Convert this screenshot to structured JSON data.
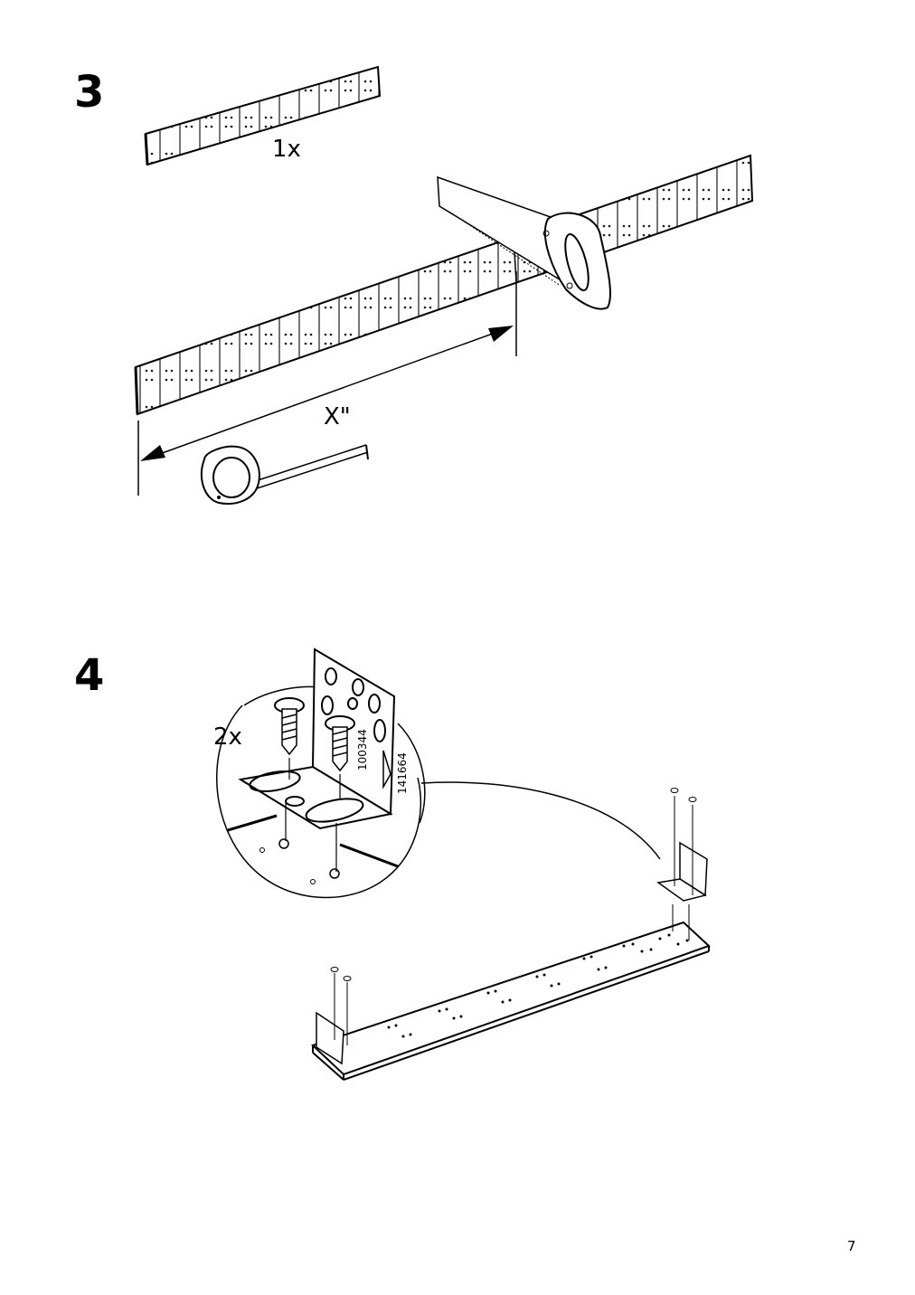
{
  "page": {
    "number": "7"
  },
  "step3": {
    "number": "3",
    "quantity": "1x",
    "measure_label": "X\""
  },
  "step4": {
    "number": "4",
    "quantity": "2x",
    "part_numbers": [
      "100344",
      "141664"
    ]
  },
  "icons": [
    "rail-strip",
    "hand-saw-icon",
    "tape-measure-icon",
    "arrow-icon",
    "bracket-icon",
    "screw-icon",
    "detail-bubble"
  ]
}
